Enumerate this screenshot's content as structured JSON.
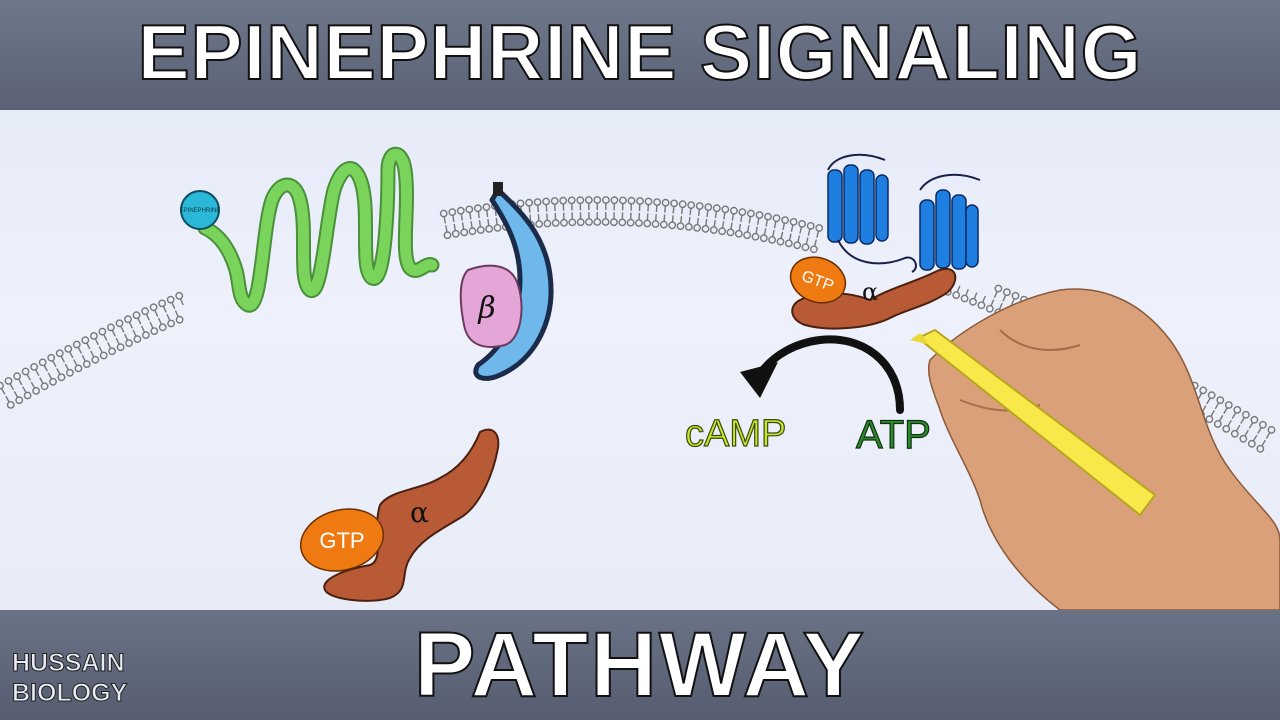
{
  "title": "EPINEPHRINE SIGNALING",
  "subtitle": "PATHWAY",
  "brand": {
    "line1": "HUSSAIN",
    "line2": "BIOLOGY"
  },
  "labels": {
    "epinephrine": "EPINEPHRINE",
    "beta": "β",
    "gtp_top": "GTP",
    "gtp_bottom": "GTP",
    "alpha_top": "α",
    "alpha_bottom": "α",
    "camp": "cAMP",
    "atp": "ATP"
  },
  "colors": {
    "receptor": "#7ad35a",
    "epinephrine": "#2bb7d8",
    "gamma_subunit": "#6fb8ec",
    "beta_subunit": "#e3a6d6",
    "alpha_subunit": "#b95a36",
    "gtp": "#f07a12",
    "adenylyl_cyclase": "#1f7fe0",
    "camp": "#c7e82b",
    "atp": "#2d8a2a",
    "highlighter": "#f8e84a"
  },
  "icons": [
    "hand-icon",
    "highlighter-icon",
    "curved-arrow-icon"
  ]
}
